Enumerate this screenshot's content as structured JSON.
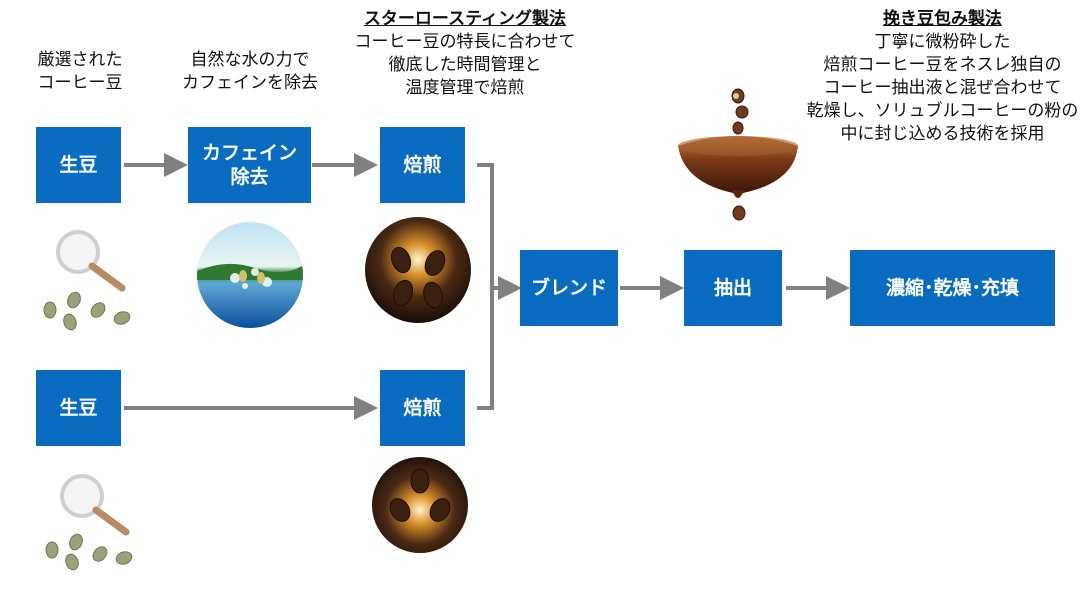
{
  "captions": {
    "select": {
      "lines": [
        "厳選された",
        "コーヒー豆"
      ]
    },
    "water": {
      "lines": [
        "自然な水の力で",
        "カフェインを除去"
      ]
    },
    "star_roasting": {
      "title": "スターロースティング製法",
      "lines": [
        "コーヒー豆の特長に合わせて",
        "徹底した時間管理と",
        "温度管理で焙煎"
      ]
    },
    "wrapped": {
      "title": "挽き豆包み製法",
      "lines": [
        "丁寧に微粉砕した",
        "焙煎コーヒー豆をネスレ独自の",
        "コーヒー抽出液と混ぜ合わせて",
        "乾燥し、ソリュブルコーヒーの粉の",
        "中に封じ込める技術を採用"
      ]
    }
  },
  "steps": {
    "green_bean_top": "生豆",
    "decaf": [
      "カフェイン",
      "除去"
    ],
    "roast_top": "焙煎",
    "green_bean_bottom": "生豆",
    "roast_bottom": "焙煎",
    "blend": "ブレンド",
    "extract": "抽出",
    "final": "濃縮･乾燥･充填"
  },
  "icons": {
    "magnifier_top": "magnifier-with-beans",
    "water_circle": "water-splash-photo",
    "roast_photo_top": "roasted-beans-photo",
    "magnifier_bottom": "magnifier-with-beans",
    "roast_photo_bottom": "roasted-beans-photo",
    "bowl": "coffee-bowl-with-falling-beans"
  },
  "colors": {
    "box": "#0a6cc0",
    "arrow": "#808080"
  }
}
